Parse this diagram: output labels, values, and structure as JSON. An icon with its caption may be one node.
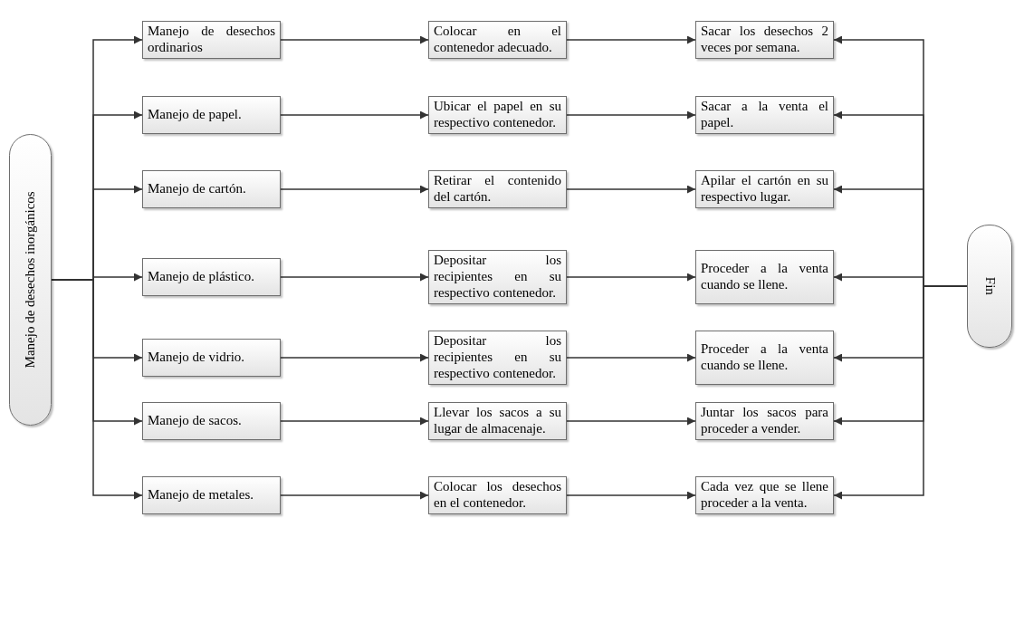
{
  "diagram": {
    "nodes": [
      {
        "text": [
          "Manejo de desechos inorgánicos"
        ]
      },
      {
        "text": [
          "Manejo de desechos ordinarios"
        ]
      },
      {
        "text": [
          "Colocar en el contenedor adecuado."
        ]
      },
      {
        "text": [
          "Sacar los desechos 2 veces por semana."
        ]
      },
      {
        "text": [
          "Manejo de papel."
        ]
      },
      {
        "text": [
          "Ubicar el papel en su respectivo contenedor."
        ]
      },
      {
        "text": [
          "Sacar a la venta el papel."
        ]
      },
      {
        "text": [
          "Manejo de cartón."
        ]
      },
      {
        "text": [
          "Retirar el contenido del cartón."
        ]
      },
      {
        "text": [
          "Apilar el cartón en su respectivo lugar."
        ]
      },
      {
        "text": [
          "Manejo de plástico."
        ]
      },
      {
        "text": [
          "Depositar los recipientes en su respectivo contenedor."
        ]
      },
      {
        "text": [
          "Proceder a la venta cuando se llene."
        ]
      },
      {
        "text": [
          "Manejo de vidrio."
        ]
      },
      {
        "text": [
          "Depositar los recipientes en su respectivo contenedor."
        ]
      },
      {
        "text": [
          "Proceder a la venta cuando se llene."
        ]
      },
      {
        "text": [
          "Manejo de sacos."
        ]
      },
      {
        "text": [
          "Llevar los sacos a su lugar de almacenaje."
        ]
      },
      {
        "text": [
          "Juntar los sacos para proceder a vender."
        ]
      },
      {
        "text": [
          "Manejo de metales."
        ]
      },
      {
        "text": [
          "Colocar los desechos en el contenedor."
        ]
      },
      {
        "text": [
          "Cada vez que se llene proceder a la venta."
        ]
      },
      {
        "text": [
          "Fin"
        ]
      }
    ],
    "edges": [
      {
        "from": 0,
        "to": 1,
        "arrow": "to"
      },
      {
        "from": 0,
        "to": 4,
        "arrow": "to"
      },
      {
        "from": 0,
        "to": 7,
        "arrow": "to"
      },
      {
        "from": 0,
        "to": 10,
        "arrow": "to"
      },
      {
        "from": 0,
        "to": 13,
        "arrow": "to"
      },
      {
        "from": 0,
        "to": 16,
        "arrow": "to"
      },
      {
        "from": 0,
        "to": 19,
        "arrow": "to"
      },
      {
        "from": 1,
        "to": 2,
        "arrow": "to"
      },
      {
        "from": 2,
        "to": 3,
        "arrow": "to"
      },
      {
        "from": 4,
        "to": 5,
        "arrow": "to"
      },
      {
        "from": 5,
        "to": 6,
        "arrow": "to"
      },
      {
        "from": 7,
        "to": 8,
        "arrow": "to"
      },
      {
        "from": 8,
        "to": 9,
        "arrow": "to"
      },
      {
        "from": 10,
        "to": 11,
        "arrow": "to"
      },
      {
        "from": 11,
        "to": 12,
        "arrow": "to"
      },
      {
        "from": 13,
        "to": 14,
        "arrow": "to"
      },
      {
        "from": 14,
        "to": 15,
        "arrow": "to"
      },
      {
        "from": 16,
        "to": 17,
        "arrow": "to"
      },
      {
        "from": 17,
        "to": 18,
        "arrow": "to"
      },
      {
        "from": 19,
        "to": 20,
        "arrow": "to"
      },
      {
        "from": 20,
        "to": 21,
        "arrow": "to"
      },
      {
        "from": 22,
        "to": 3,
        "arrow": "to"
      },
      {
        "from": 22,
        "to": 6,
        "arrow": "to"
      },
      {
        "from": 22,
        "to": 9,
        "arrow": "to"
      },
      {
        "from": 22,
        "to": 12,
        "arrow": "to"
      },
      {
        "from": 22,
        "to": 15,
        "arrow": "to"
      },
      {
        "from": 22,
        "to": 18,
        "arrow": "to"
      },
      {
        "from": 22,
        "to": 21,
        "arrow": "to"
      }
    ]
  }
}
